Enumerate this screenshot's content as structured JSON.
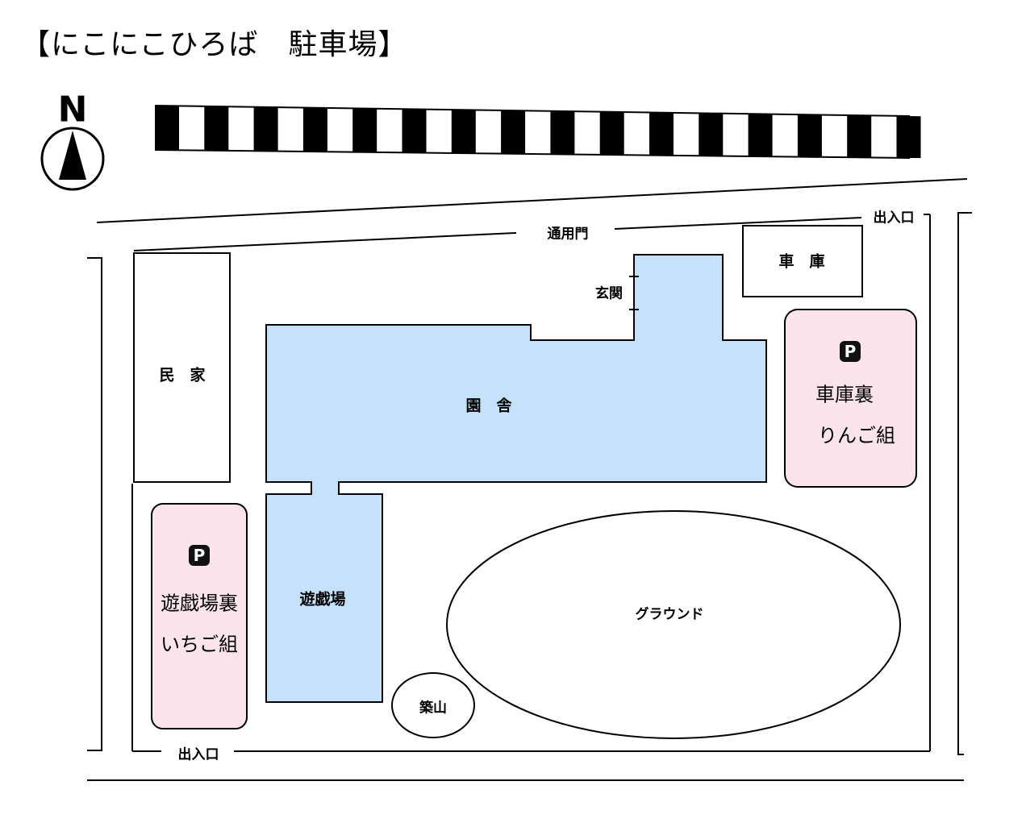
{
  "title": "【にこにこひろば　駐車場】",
  "compass": {
    "label": "N"
  },
  "labels": {
    "gate": "通用門",
    "entrance_top": "出入口",
    "entrance_bottom": "出入口",
    "garage": "車　庫",
    "genkan": "玄関",
    "house": "民　家",
    "building": "園　舎",
    "playroom": "遊戯場",
    "ground": "グラウンド",
    "hill": "築山"
  },
  "parking": [
    {
      "mark": "P",
      "name": "車庫裏",
      "group": "りんご組",
      "color": "#fce4ec"
    },
    {
      "mark": "P",
      "name": "遊戯場裏",
      "group": "いちご組",
      "color": "#fce4ec"
    }
  ],
  "colors": {
    "building": "#c5e1fb",
    "parking": "#fce4ec",
    "railway": "#000000"
  }
}
